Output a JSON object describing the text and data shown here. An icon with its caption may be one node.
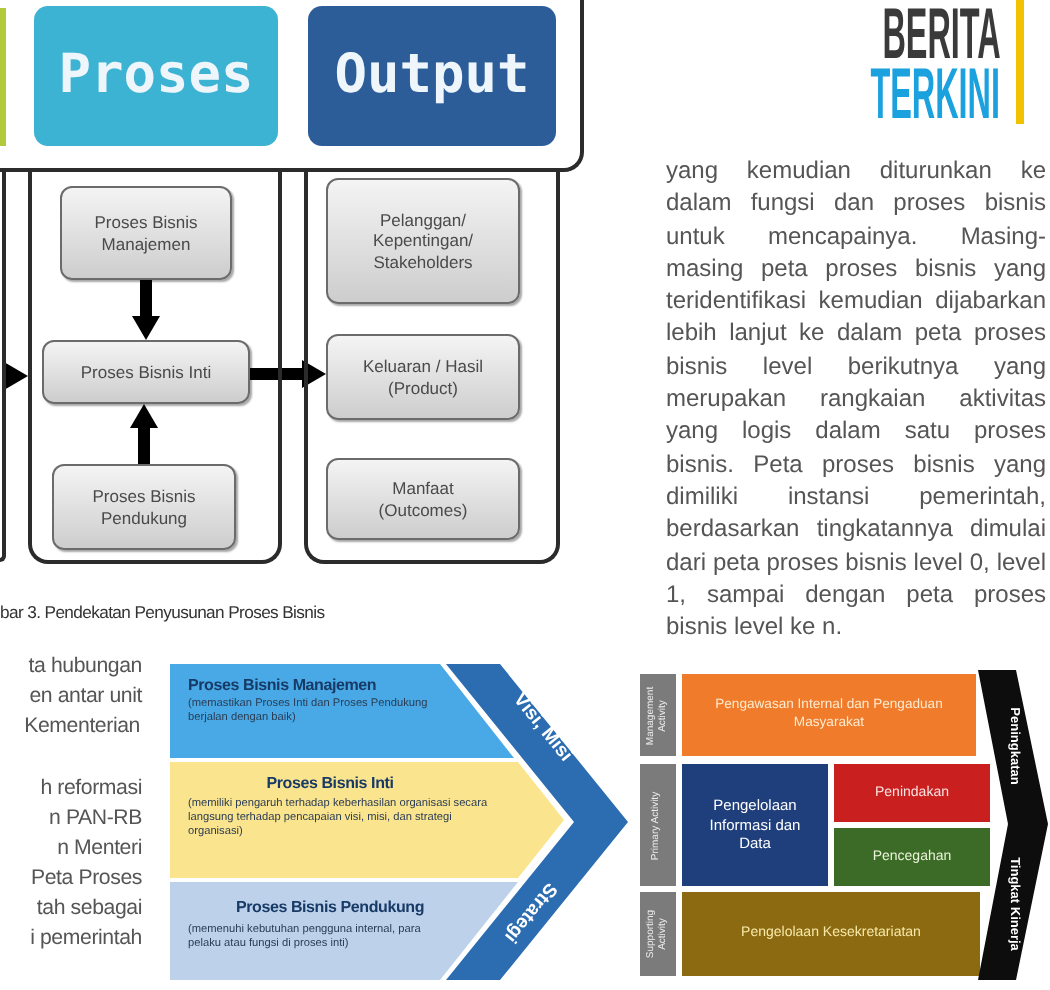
{
  "diagram": {
    "caption": "bar 3. Pendekatan Penyusunan Proses Bisnis",
    "nodes": [
      {
        "text": [],
        "shape": "box"
      },
      {
        "text": [],
        "shape": "box",
        "in": 0
      },
      {
        "text": [
          "Proses"
        ],
        "in": 0
      },
      {
        "text": [
          "Output"
        ],
        "in": 0
      },
      {
        "text": [],
        "shape": "box"
      },
      {
        "text": [],
        "shape": "box"
      },
      {
        "text": [
          "Proses Bisnis Manajemen"
        ],
        "in": 5
      },
      {
        "text": [
          "Proses Bisnis Inti"
        ],
        "in": 5
      },
      {
        "text": [
          "Proses Bisnis Pendukung"
        ],
        "in": 5
      },
      {
        "text": [],
        "shape": "box"
      },
      {
        "text": [
          "Pelanggan/ Kepentingan/ Stakeholders"
        ],
        "in": 9
      },
      {
        "text": [
          "Keluaran / Hasil (Product)"
        ],
        "in": 9
      },
      {
        "text": [
          "Manfaat (Outcomes)"
        ],
        "in": 9
      },
      {
        "text": [
          "Proses Bisnis Manajemen",
          "(memastikan Proses Inti dan Proses Pendukung berjalan dengan baik)"
        ]
      },
      {
        "text": [
          "Proses Bisnis Inti",
          "(memiliki pengaruh terhadap keberhasilan organisasi secara langsung terhadap pencapaian visi, misi, dan strategi organisasi)"
        ]
      },
      {
        "text": [
          "Proses Bisnis Pendukung",
          "(memenuhi kebutuhan pengguna internal, para pelaku atau fungsi di proses inti)"
        ]
      },
      {
        "text": [
          "Visi, Misi",
          "Strategi"
        ]
      },
      {
        "text": [
          "Management Activity"
        ]
      },
      {
        "text": [
          "Pengawasan Internal dan Pengaduan Masyarakat"
        ]
      },
      {
        "text": [
          "Primary Activity"
        ]
      },
      {
        "text": [
          "Pengelolaan Informasi dan Data"
        ]
      },
      {
        "text": [
          "Penindakan"
        ]
      },
      {
        "text": [
          "Pencegahan"
        ]
      },
      {
        "text": [
          "Supporting Activity"
        ]
      },
      {
        "text": [
          "Pengelolaan Kesekretariatan"
        ]
      },
      {
        "text": [
          "Peningkatan",
          "Tingkat Kinerja"
        ]
      }
    ],
    "edges": [
      {
        "from": 6,
        "to": 7,
        "arrow": "to"
      },
      {
        "from": 8,
        "to": 7,
        "arrow": "to"
      },
      {
        "from": 4,
        "to": 5,
        "arrow": "to"
      },
      {
        "from": 7,
        "to": 11,
        "arrow": "to"
      }
    ],
    "labels": [
      "BERITA",
      "TERKINI",
      "yang kemudian diturunkan ke dalam fungsi dan proses bisnis untuk mencapainya. Masing- masing peta proses bisnis yang teridentifikasi kemudian dijabarkan lebih lanjut ke dalam peta proses bisnis level berikutnya yang merupakan rangkaian aktivitas yang logis dalam satu proses bisnis. Peta proses bisnis yang dimiliki instansi pemerintah, berdasarkan tingkatannya dimulai dari peta proses bisnis level 0, level 1, sampai dengan peta proses bisnis level ke n.",
      "ta hubungan",
      "en antar unit",
      "Kementerian",
      "h reformasi",
      "n PAN-RB",
      "n Menteri",
      "Peta Proses",
      "tah sebagai",
      "i pemerintah"
    ]
  }
}
